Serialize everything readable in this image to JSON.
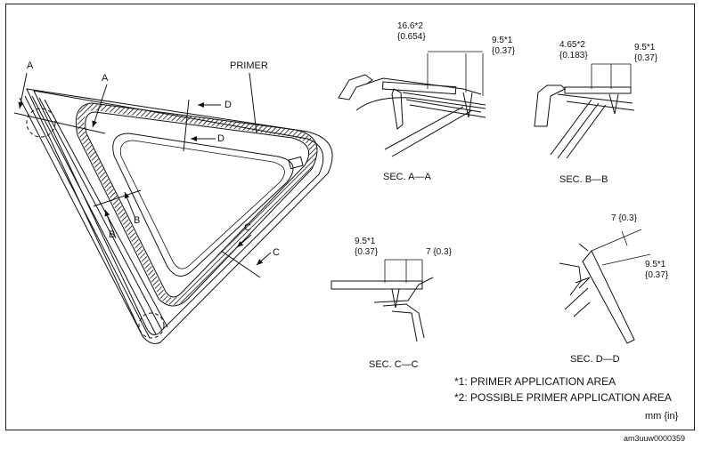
{
  "callouts": {
    "primer": "PRIMER",
    "a1": "A",
    "a2": "A",
    "b1": "B",
    "b2": "B",
    "c1": "C",
    "c2": "C",
    "d1": "D",
    "d2": "D"
  },
  "sections": {
    "aa": {
      "title": "SEC. A—A",
      "dim1": "16.6*2",
      "dim1_in": "{0.654}",
      "dim2": "9.5*1",
      "dim2_in": "{0.37}"
    },
    "bb": {
      "title": "SEC. B—B",
      "dim1": "4.65*2",
      "dim1_in": "{0.183}",
      "dim2": "9.5*1",
      "dim2_in": "{0.37}"
    },
    "cc": {
      "title": "SEC. C—C",
      "dim1": "9.5*1",
      "dim1_in": "{0.37}",
      "dim2": "7 {0.3}"
    },
    "dd": {
      "title": "SEC. D—D",
      "dim1": "7 {0.3}",
      "dim2": "9.5*1",
      "dim2_in": "{0.37}"
    }
  },
  "legend": {
    "note1": "*1: PRIMER APPLICATION AREA",
    "note2": "*2: POSSIBLE PRIMER APPLICATION AREA",
    "units": "mm {in}"
  },
  "doc_id": "am3uuw0000359"
}
